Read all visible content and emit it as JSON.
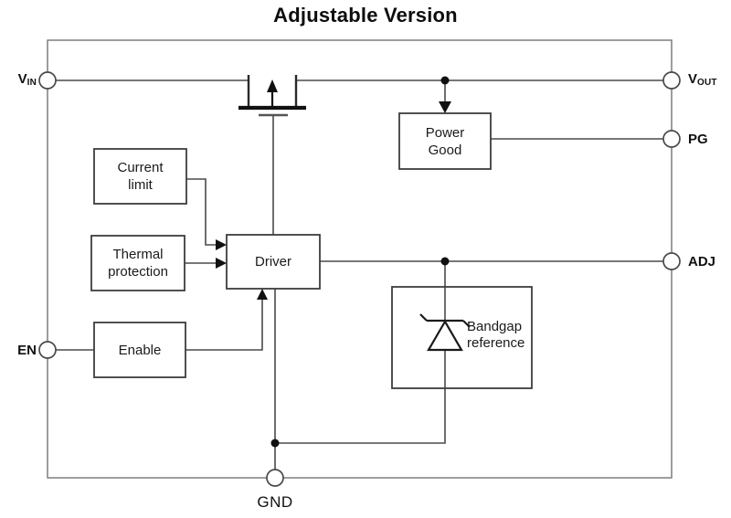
{
  "title": "Adjustable Version",
  "diagram": {
    "blocks": {
      "current_limit": {
        "line1": "Current",
        "line2": "limit"
      },
      "thermal_protection": {
        "line1": "Thermal",
        "line2": "protection"
      },
      "enable": {
        "label": "Enable"
      },
      "driver": {
        "label": "Driver"
      },
      "power_good": {
        "line1": "Power",
        "line2": "Good"
      },
      "bandgap": {
        "line1": "Bandgap",
        "line2": "reference"
      }
    },
    "pins": {
      "vin": {
        "main": "V",
        "sub": "IN"
      },
      "vout": {
        "main": "V",
        "sub": "OUT"
      },
      "pg": {
        "label": "PG"
      },
      "adj": {
        "label": "ADJ"
      },
      "en": {
        "label": "EN"
      },
      "gnd": {
        "label": "GND"
      }
    },
    "symbols": {
      "pass_transistor": "pmos-transistor-icon",
      "reference": "zener-diode-icon"
    },
    "colors": {
      "background": "#ffffff",
      "outer_border": "#7d7d7d",
      "wire": "#4a4a4a",
      "block_border": "#3d3d3d",
      "ink": "#111111"
    }
  }
}
